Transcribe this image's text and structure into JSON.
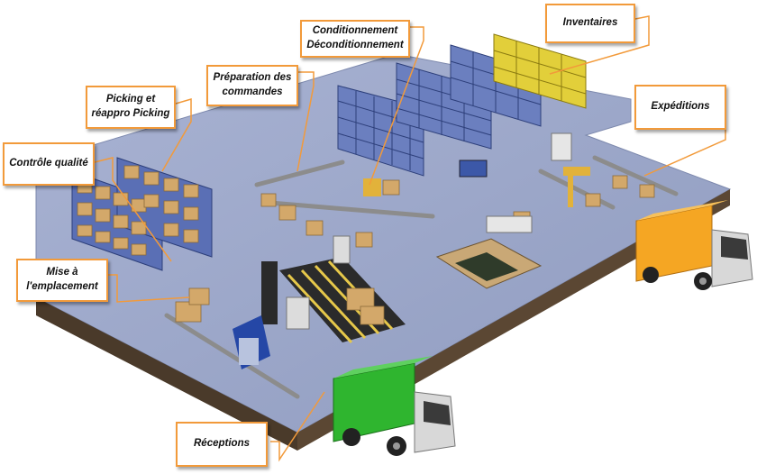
{
  "labels": {
    "inventaires": "Inventaires",
    "conditionnement": "Conditionnement\nDéconditionnement",
    "preparation": "Préparation des\ncommandes",
    "picking": "Picking et\nréappro Picking",
    "controle": "Contrôle qualité",
    "expeditions": "Expéditions",
    "mise": "Mise à\nl'emplacement",
    "receptions": "Réceptions"
  },
  "colors": {
    "floor": "#9aa6c8",
    "floor_side": "#4a3a2a",
    "rack_blue": "#3f5fb0",
    "rack_yellow": "#d9c21a",
    "box": "#d3a86a",
    "callout_border": "#f29a3a",
    "truck_green": "#2fb52f",
    "truck_orange": "#f5a623"
  }
}
